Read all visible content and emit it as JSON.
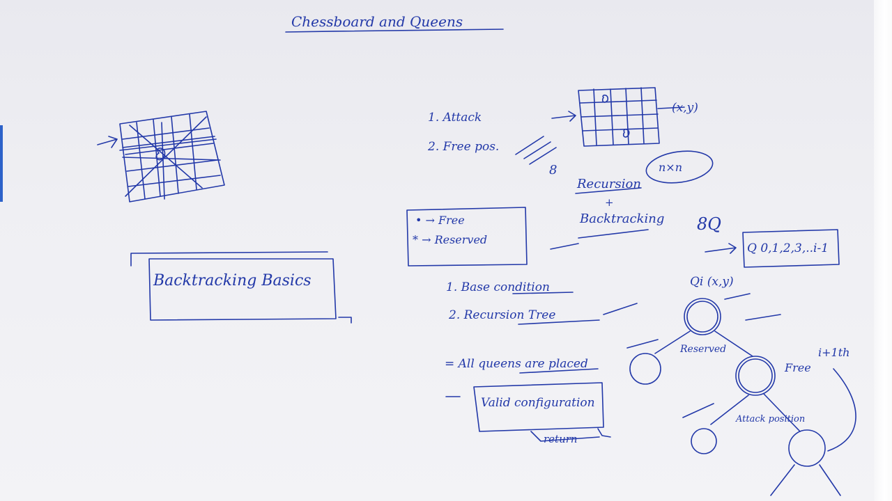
{
  "ink_color": "#2238a8",
  "paper_color": "#efeff3",
  "title": "Chessboard and Queens",
  "left_box": "Backtracking Basics",
  "attack_list": [
    "1. Attack",
    "2. Free pos."
  ],
  "coord": "(x,y)",
  "eight": "8",
  "eight_q": "8Q",
  "nxn": "n×n",
  "recursion": "Recursion",
  "plus": "+",
  "backtracking": "Backtracking",
  "legend": [
    "•  → Free",
    "*  → Reserved"
  ],
  "queen_range": "Q 0,1,2,3,..i-1",
  "qi": "Qi (x,y)",
  "steps": [
    "1. Base condition",
    "2. Recursion Tree"
  ],
  "all_queens": "= All queens are placed",
  "valid_config": "Valid configuration",
  "return_label": "return",
  "tree_reserved": "Reserved",
  "tree_free": "Free",
  "tree_attack": "Attack position",
  "tree_count": "i+1th"
}
